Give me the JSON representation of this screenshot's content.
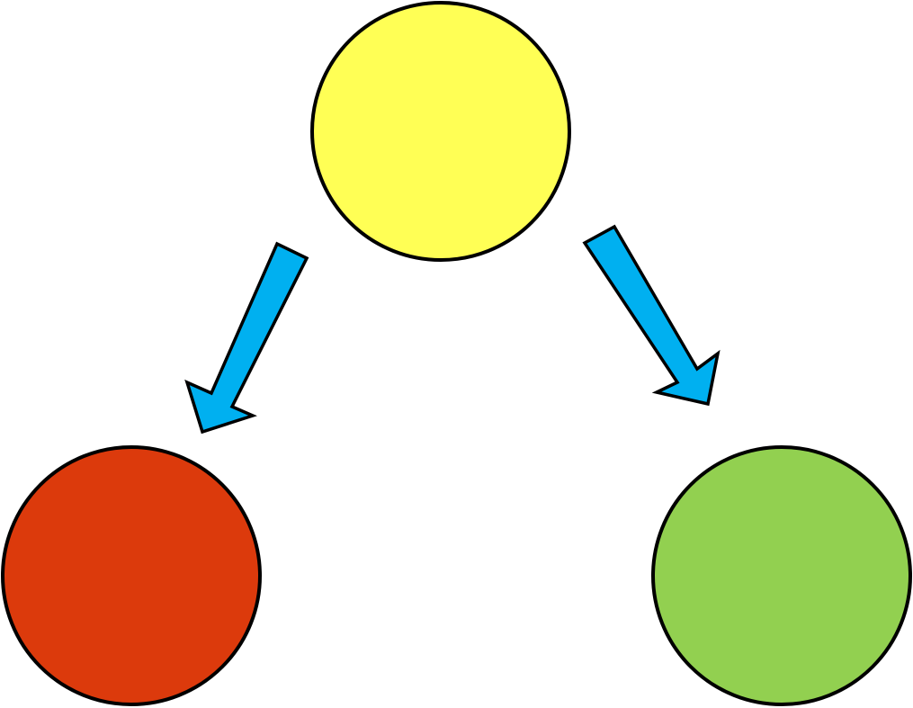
{
  "diagram": {
    "background": "#ffffff",
    "outline_color": "#000000",
    "nodes": [
      {
        "id": "top",
        "color": "#ffff55"
      },
      {
        "id": "bottom-left",
        "color": "#dc3a0c"
      },
      {
        "id": "bottom-right",
        "color": "#92d050"
      }
    ],
    "arrows": [
      {
        "from": "top",
        "to": "bottom-left",
        "color": "#00b0f0",
        "icon": "arrow-down-left"
      },
      {
        "from": "top",
        "to": "bottom-right",
        "color": "#00b0f0",
        "icon": "arrow-down-right"
      }
    ]
  }
}
